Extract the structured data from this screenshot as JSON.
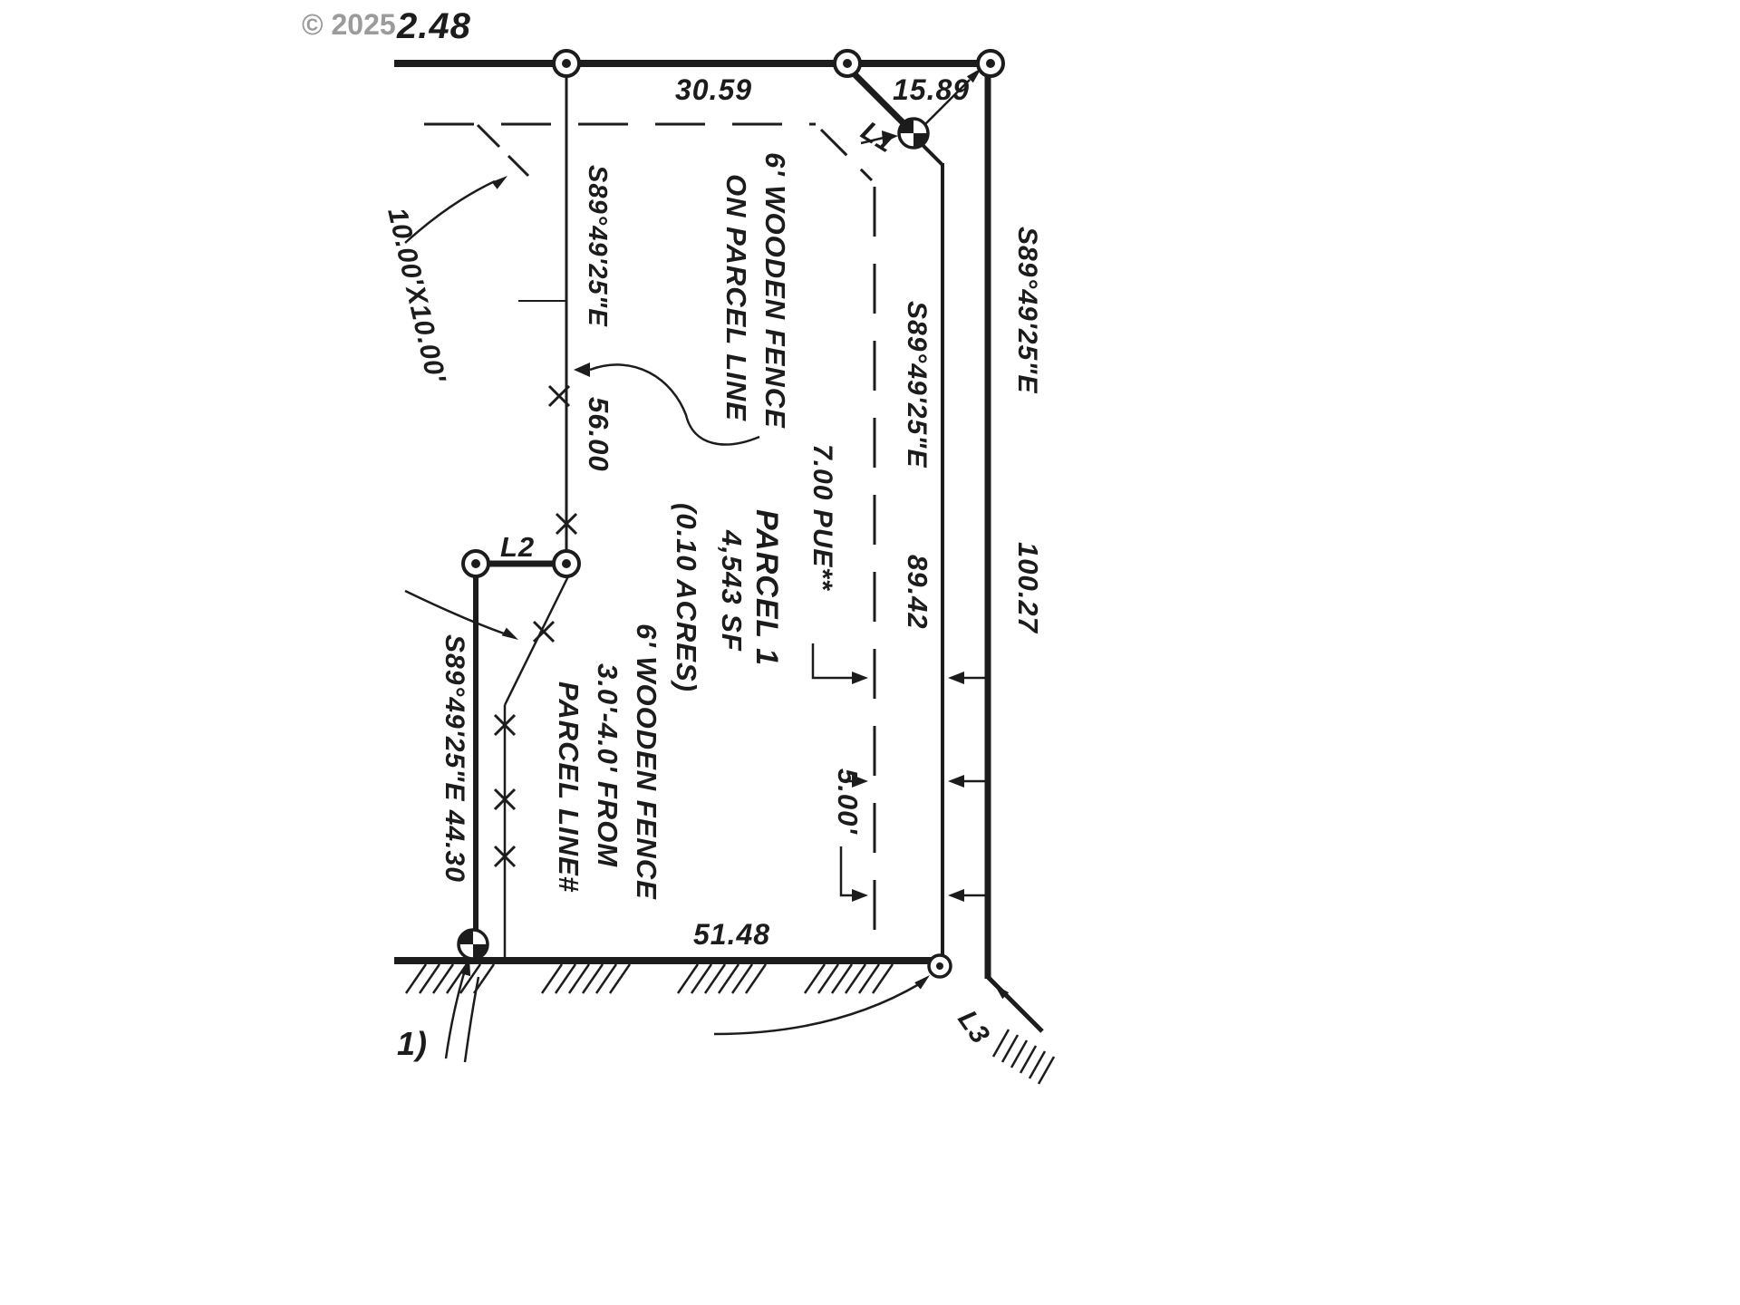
{
  "page": {
    "background": "#ffffff",
    "ink": "#1c1c1c",
    "watermark_color": "#9b9b9b"
  },
  "header": {
    "watermark": "© 2025",
    "top_number": "2.48"
  },
  "parcel": {
    "title": "PARCEL 1",
    "area_sf": "4,543 SF",
    "area_acres": "(0.10 ACRES)"
  },
  "bearings": {
    "west_upper": "S89°49'25\"E",
    "east_inner": "S89°49'25\"E",
    "east_outer": "S89°49'25\"E",
    "west_lower": "S89°49'25\"E 44.30"
  },
  "distances": {
    "top_segment": "30.59",
    "top_corner": "15.89",
    "west_upper": "56.00",
    "east_inner": "89.42",
    "east_outer": "100.27",
    "south_segment": "51.48",
    "pue_width": "7.00 PUE**",
    "fence_offset": "5.00'",
    "easement_size": "10.00'X10.00'"
  },
  "line_labels": {
    "l1": "L1",
    "l2": "L2",
    "l3": "L3"
  },
  "notes": {
    "fence_on_line": [
      "6' WOODEN FENCE",
      "ON PARCEL LINE"
    ],
    "fence_off_line": [
      "6' WOODEN FENCE",
      "3.0'-4.0' FROM",
      "PARCEL LINE#"
    ],
    "bottom_left_partial": "1)"
  }
}
